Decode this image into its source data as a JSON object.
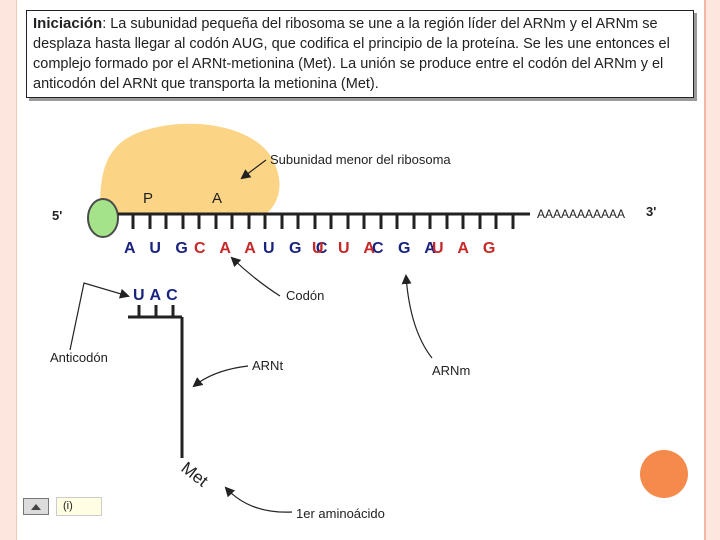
{
  "intro": {
    "title": "Iniciación",
    "text": ": La subunidad pequeña del ribosoma se une a la región líder del ARNm y el ARNm se desplaza hasta llegar al codón AUG, que codifica el principio de la proteína. Se les une entonces  el complejo formado por el ARNt-metionina (Met). La unión se produce entre el codón del ARNm y el anticodón del ARNt que transporta la metionina (Met)."
  },
  "diagram": {
    "ribosome_label": "Subunidad menor del ribosoma",
    "site_p": "P",
    "site_a": "A",
    "five_prime": "5'",
    "three_prime": "3'",
    "poly_a": "AAAAAAAAAAA",
    "codons": [
      {
        "text": "AUG",
        "color": "#1a237e"
      },
      {
        "text": "CAA",
        "color": "#c62828"
      },
      {
        "text": "UGC",
        "color": "#1a237e"
      },
      {
        "text": "UUA",
        "color": "#c62828"
      },
      {
        "text": "CGA",
        "color": "#1a237e"
      },
      {
        "text": "UAG",
        "color": "#c62828"
      }
    ],
    "anticodon": "UAC",
    "codon_label": "Codón",
    "anticodon_label": "Anticodón",
    "trna_label": "ARNt",
    "mrna_label": "ARNm",
    "met_label": "Met",
    "aminoacid_label": "1er aminoácido"
  },
  "controls": {
    "info_label": "(i)"
  },
  "colors": {
    "ribosome": "#fbd486",
    "cap": "#a5e38a",
    "blue": "#1a237e",
    "red": "#c62828",
    "accent": "#f58a4a"
  }
}
